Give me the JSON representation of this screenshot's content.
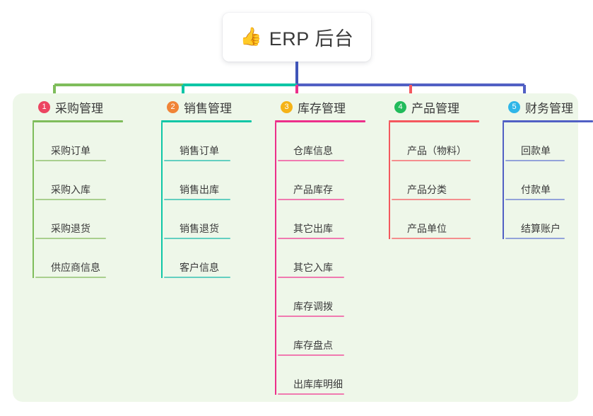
{
  "root": {
    "icon": "thumbs-up-icon",
    "emoji": "👍",
    "title": "ERP 后台"
  },
  "colors": {
    "panel_bg": "#eef7e9",
    "page_bg": "#ffffff",
    "root_trunk": "#4055b8",
    "spine_left": "#7fbd5b",
    "spine_mid": "#0ec6a6",
    "spine_right": "#5160c4"
  },
  "columns": [
    {
      "number": "1",
      "title": "采购管理",
      "badge_color": "#ec4561",
      "line_color": "#7fbd5b",
      "leaf_line_color": "#a9cf8e",
      "items": [
        "采购订单",
        "采购入库",
        "采购退货",
        "供应商信息"
      ]
    },
    {
      "number": "2",
      "title": "销售管理",
      "badge_color": "#f08437",
      "line_color": "#0ec6a6",
      "leaf_line_color": "#63cfc0",
      "items": [
        "销售订单",
        "销售出库",
        "销售退货",
        "客户信息"
      ]
    },
    {
      "number": "3",
      "title": "库存管理",
      "badge_color": "#f5b317",
      "line_color": "#ec2f8a",
      "leaf_line_color": "#f07ab0",
      "items": [
        "仓库信息",
        "产品库存",
        "其它出库",
        "其它入库",
        "库存调拨",
        "库存盘点",
        "出库库明细"
      ]
    },
    {
      "number": "4",
      "title": "产品管理",
      "badge_color": "#22bb5b",
      "line_color": "#f4585e",
      "leaf_line_color": "#f58e8e",
      "items": [
        "产品（物料）",
        "产品分类",
        "产品单位"
      ]
    },
    {
      "number": "5",
      "title": "财务管理",
      "badge_color": "#2fb6e8",
      "line_color": "#5160c4",
      "leaf_line_color": "#93a3da",
      "items": [
        "回款单",
        "付款单",
        "结算账户"
      ]
    }
  ]
}
